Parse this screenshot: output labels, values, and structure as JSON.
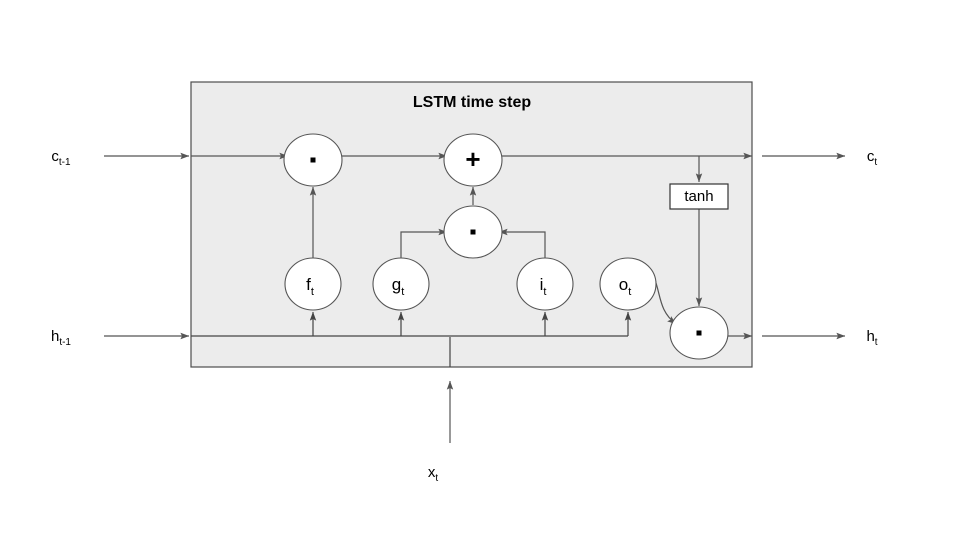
{
  "diagram": {
    "title": "LSTM time step",
    "background_color": "#ffffff",
    "cell_fill_color": "#ececec",
    "cell_stroke_color": "#4d4d4d",
    "node_fill_color": "#ffffff",
    "node_stroke_color": "#555555",
    "edge_color": "#555555"
  },
  "inputs": {
    "cell_state_prev": {
      "base": "c",
      "sub": "t-1"
    },
    "hidden_state_prev": {
      "base": "h",
      "sub": "t-1"
    },
    "input_vector": {
      "base": "x",
      "sub": "t"
    }
  },
  "outputs": {
    "cell_state": {
      "base": "c",
      "sub": "t"
    },
    "hidden_state": {
      "base": "h",
      "sub": "t"
    }
  },
  "gates": [
    {
      "id": "forget-gate",
      "base": "f",
      "sub": "t"
    },
    {
      "id": "candidate-gate",
      "base": "g",
      "sub": "t"
    },
    {
      "id": "input-gate",
      "base": "i",
      "sub": "t"
    },
    {
      "id": "output-gate",
      "base": "o",
      "sub": "t"
    }
  ],
  "operations": [
    {
      "id": "forget-multiply",
      "symbol": "·",
      "kind": "multiply"
    },
    {
      "id": "cell-add",
      "symbol": "+",
      "kind": "add"
    },
    {
      "id": "candidate-multiply",
      "symbol": "·",
      "kind": "multiply"
    },
    {
      "id": "output-multiply",
      "symbol": "·",
      "kind": "multiply"
    },
    {
      "id": "tanh-activation",
      "symbol": "tanh",
      "kind": "activation"
    }
  ],
  "activation": {
    "label": "tanh"
  }
}
